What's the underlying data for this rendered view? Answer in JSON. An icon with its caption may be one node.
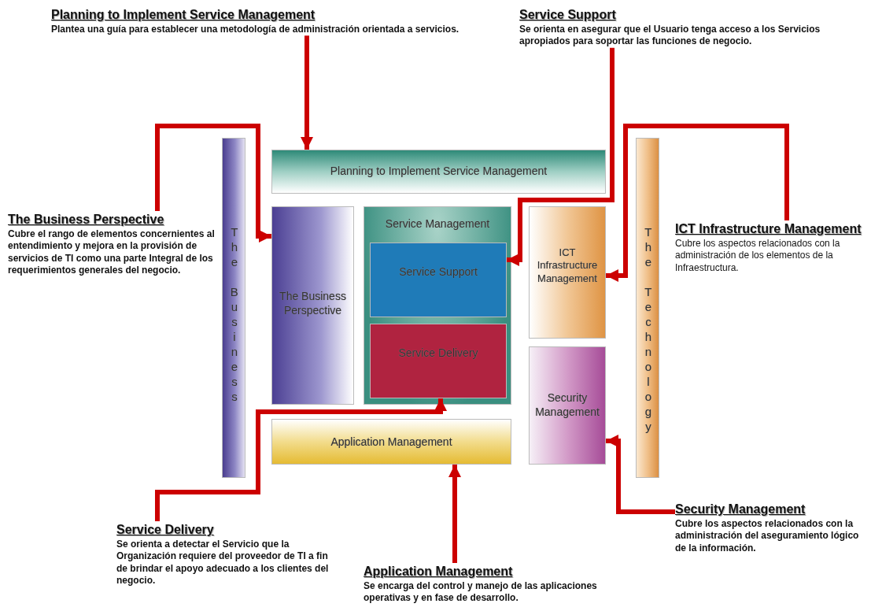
{
  "diagram": {
    "nodes": [
      {
        "text": [
          "Planning to Implement Service Management",
          "Plantea una guía para establecer una metodología de administración orientada a servicios."
        ]
      },
      {
        "text": [
          "Service Support",
          "Se orienta en asegurar que el Usuario tenga acceso a los Servicios apropiados para soportar las funciones de negocio."
        ]
      },
      {
        "text": [
          "The Business Perspective",
          "Cubre el rango de elementos concernientes al entendimiento y mejora en la provisión de servicios de TI como una parte Integral de los requerimientos generales del negocio."
        ]
      },
      {
        "text": [
          "ICT Infrastructure Management",
          "Cubre los aspectos relacionados con la administración de los elementos de la Infraestructura."
        ]
      },
      {
        "text": [
          "Security Management",
          "Cubre los aspectos relacionados con la administración del aseguramiento lógico de la información."
        ]
      },
      {
        "text": [
          "Service Delivery",
          "Se orienta a detectar el Servicio que la Organización requiere del proveedor de TI a fin de brindar el apoyo adecuado a los clientes del negocio."
        ]
      },
      {
        "text": [
          "Application Management",
          "Se encarga del control y manejo de las aplicaciones operativas y en fase de desarrollo."
        ]
      },
      {
        "text": [
          "The Business"
        ]
      },
      {
        "text": [
          "Planning to Implement Service Management"
        ]
      },
      {
        "text": [
          "The Business Perspective"
        ]
      },
      {
        "text": [
          "Service Management"
        ]
      },
      {
        "text": [
          "Service Support"
        ],
        "in": 10
      },
      {
        "text": [
          "Service Delivery"
        ],
        "in": 10
      },
      {
        "text": [
          "ICT Infrastructure Management"
        ]
      },
      {
        "text": [
          "Security Management"
        ]
      },
      {
        "text": [
          "Application Management"
        ]
      },
      {
        "text": [
          "The Technology"
        ]
      }
    ],
    "edges": [
      {
        "from": 0,
        "to": 8,
        "arrow": "to"
      },
      {
        "from": 1,
        "to": 11,
        "arrow": "to"
      },
      {
        "from": 2,
        "to": 9,
        "arrow": "to"
      },
      {
        "from": 3,
        "to": 13,
        "arrow": "to"
      },
      {
        "from": 4,
        "to": 14,
        "arrow": "to"
      },
      {
        "from": 5,
        "to": 12,
        "arrow": "to"
      },
      {
        "from": 6,
        "to": 15,
        "arrow": "to"
      }
    ]
  }
}
